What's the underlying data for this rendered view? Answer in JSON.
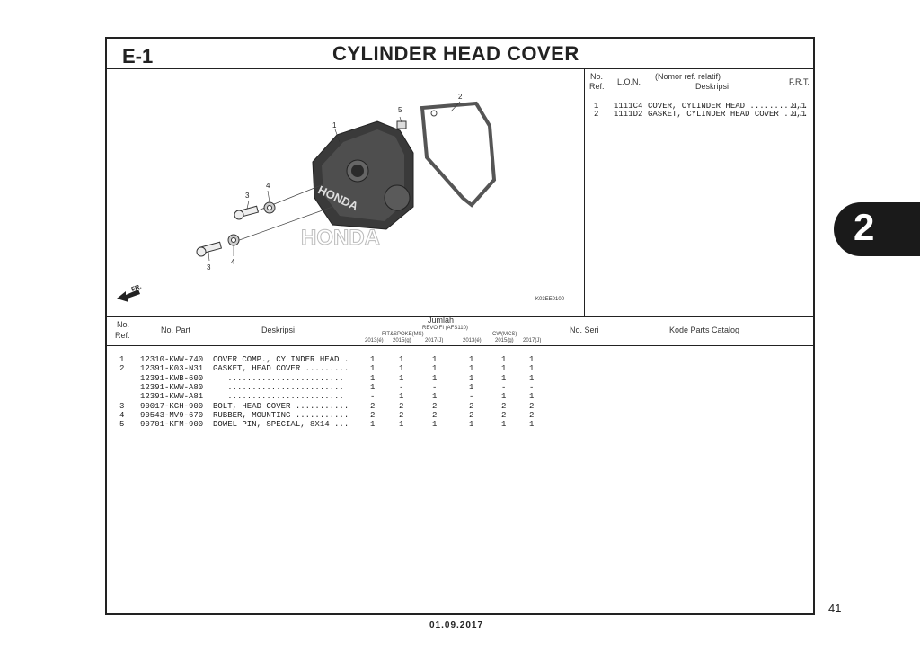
{
  "header": {
    "section_code": "E-1",
    "title": "CYLINDER HEAD COVER"
  },
  "side_tab": "2",
  "page_number": "41",
  "date": "01.09.2017",
  "diagram": {
    "image_code": "K03EE0100",
    "fr_label": "FR.",
    "callouts": [
      "1",
      "2",
      "3",
      "3",
      "4",
      "4",
      "5"
    ],
    "brand_text": "HONDA"
  },
  "ref_table": {
    "headers": {
      "no_ref_1": "No.",
      "no_ref_2": "Ref.",
      "lon": "L.O.N.",
      "nomor": "(Nomor ref. relatif)",
      "deskripsi": "Deskripsi",
      "frt": "F.R.T."
    },
    "rows": [
      {
        "ref": "1",
        "lon": "1111C4",
        "desc": "COVER, CYLINDER HEAD ............",
        "frt": "0,1"
      },
      {
        "ref": "2",
        "lon": "1111D2",
        "desc": "GASKET, CYLINDER HEAD COVER .....",
        "frt": "0,1"
      }
    ]
  },
  "parts_table": {
    "headers": {
      "no_ref_1": "No.",
      "no_ref_2": "Ref.",
      "no_part": "No. Part",
      "deskripsi": "Deskripsi",
      "jumlah": "Jumlah",
      "revo": "REVO FI (AFS110)",
      "fit": "FIT&SPOKE(MS)",
      "cw": "CW(MCS)",
      "years": [
        "2013(é)",
        "2015(ɡ)",
        "2017(J)",
        "2013(é)",
        "2015(ɡ)",
        "2017(J)"
      ],
      "no_seri": "No. Seri",
      "kode": "Kode Parts Catalog"
    },
    "rows": [
      {
        "ref": "1",
        "part": "12310-KWW-740",
        "desc": "COVER COMP., CYLINDER HEAD .",
        "q": [
          "1",
          "1",
          "1",
          "1",
          "1",
          "1"
        ]
      },
      {
        "ref": "2",
        "part": "12391-K03-N31",
        "desc": "GASKET, HEAD COVER .........",
        "q": [
          "1",
          "1",
          "1",
          "1",
          "1",
          "1"
        ]
      },
      {
        "ref": "",
        "part": "12391-KWB-600",
        "desc": "   ........................",
        "q": [
          "1",
          "1",
          "1",
          "1",
          "1",
          "1"
        ]
      },
      {
        "ref": "",
        "part": "12391-KWW-A80",
        "desc": "   ........................",
        "q": [
          "1",
          "-",
          "-",
          "1",
          "-",
          "-"
        ]
      },
      {
        "ref": "",
        "part": "12391-KWW-A81",
        "desc": "   ........................",
        "q": [
          "-",
          "1",
          "1",
          "-",
          "1",
          "1"
        ]
      },
      {
        "ref": "3",
        "part": "90017-KGH-900",
        "desc": "BOLT, HEAD COVER ...........",
        "q": [
          "2",
          "2",
          "2",
          "2",
          "2",
          "2"
        ]
      },
      {
        "ref": "4",
        "part": "90543-MV9-670",
        "desc": "RUBBER, MOUNTING ...........",
        "q": [
          "2",
          "2",
          "2",
          "2",
          "2",
          "2"
        ]
      },
      {
        "ref": "5",
        "part": "90701-KFM-900",
        "desc": "DOWEL PIN, SPECIAL, 8X14 ...",
        "q": [
          "1",
          "1",
          "1",
          "1",
          "1",
          "1"
        ]
      }
    ]
  }
}
